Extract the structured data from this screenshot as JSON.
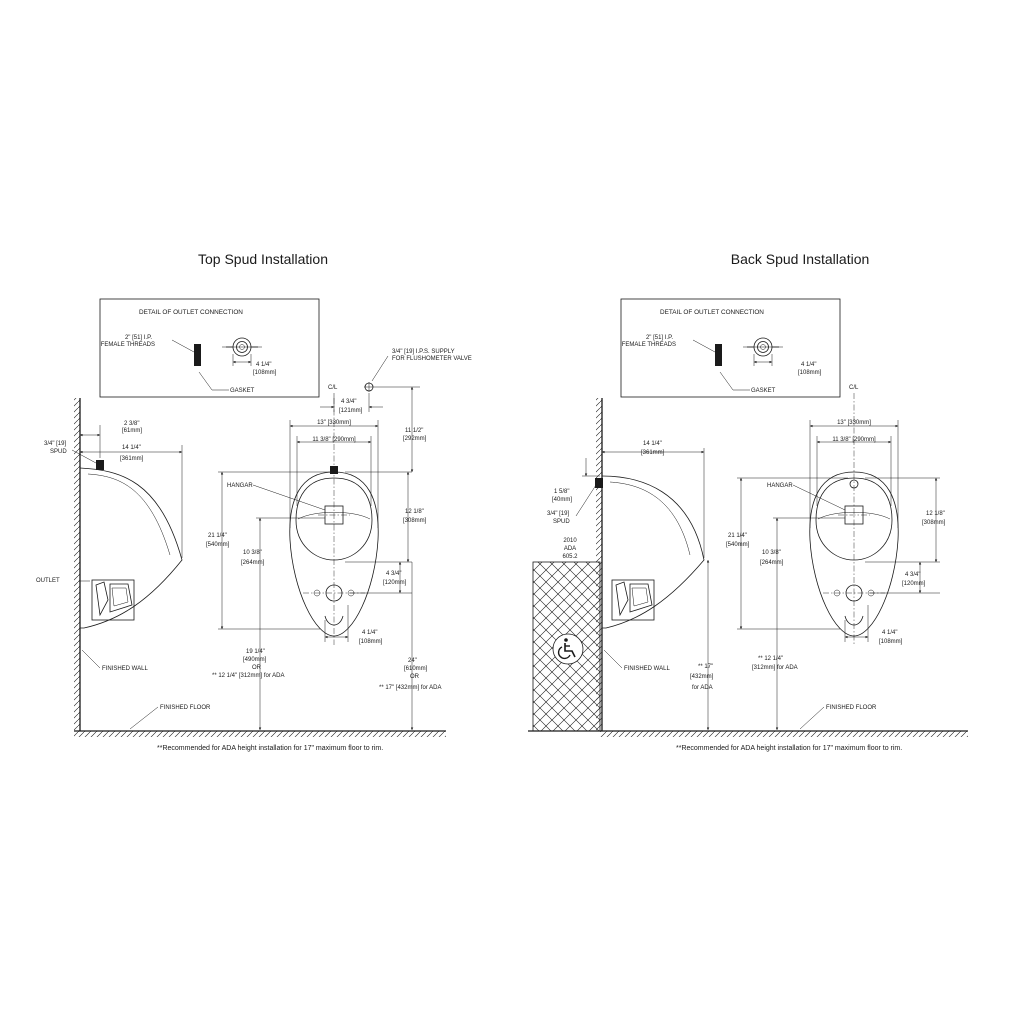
{
  "top_spud": {
    "title": "Top Spud Installation",
    "detail": {
      "title": "DETAIL OF OUTLET CONNECTION",
      "threads_1": "2\" [51] I.P.",
      "threads_2": "FEMALE THREADS",
      "dim_1": "4 1/4\"",
      "dim_2": "[108mm]",
      "gasket": "GASKET"
    },
    "supply_1": "3/4\" [19] I.P.S. SUPPLY",
    "supply_2": "FOR FLUSHOMETER VALVE",
    "cl": "C/L",
    "d_4_3_4_a": "4 3/4\"",
    "d_4_3_4_b": "[121mm]",
    "d_11_1_2_a": "11 1/2\"",
    "d_11_1_2_b": "[292mm]",
    "d_2_3_8_a": "2 3/8\"",
    "d_2_3_8_b": "[61mm]",
    "d_14_1_4_a": "14 1/4\"",
    "d_14_1_4_b": "[361mm]",
    "spud_1": "3/4\" [19]",
    "spud_2": "SPUD",
    "d_13_a": "13\" [330mm]",
    "d_11_3_8_a": "11 3/8\" [290mm]",
    "hangar": "HANGAR",
    "d_21_1_4_a": "21 1/4\"",
    "d_21_1_4_b": "[540mm]",
    "d_10_3_8_a": "10 3/8\"",
    "d_10_3_8_b": "[264mm]",
    "d_12_1_8_a": "12 1/8\"",
    "d_12_1_8_b": "[308mm]",
    "d_4_3_4_c": "4 3/4\"",
    "d_4_3_4_d": "[120mm]",
    "d_4_1_4_a": "4 1/4\"",
    "d_4_1_4_b": "[108mm]",
    "outlet": "OUTLET",
    "d_19_1_4_a": "19 1/4\"",
    "d_19_1_4_b": "[490mm]",
    "or_1": "OR",
    "d_19_1_4_c": "** 12 1/4\" [312mm] for ADA",
    "d_24_a": "24\"",
    "d_24_b": "[610mm]",
    "or_2": "OR",
    "d_24_c": "** 17\" [432mm] for ADA",
    "finished_wall": "FINISHED WALL",
    "finished_floor": "FINISHED FLOOR",
    "note": "**Recommended for ADA height installation for 17\" maximum floor to rim."
  },
  "back_spud": {
    "title": "Back Spud Installation",
    "detail": {
      "title": "DETAIL OF OUTLET CONNECTION",
      "threads_1": "2\" [51] I.P.",
      "threads_2": "FEMALE THREADS",
      "dim_1": "4 1/4\"",
      "dim_2": "[108mm]",
      "gasket": "GASKET"
    },
    "cl": "C/L",
    "d_14_1_4_a": "14 1/4\"",
    "d_14_1_4_b": "[361mm]",
    "d_1_5_8_a": "1 5/8\"",
    "d_1_5_8_b": "[40mm]",
    "spud_1": "3/4\" [19]",
    "spud_2": "SPUD",
    "ada_1": "2010",
    "ada_2": "ADA",
    "ada_3": "605.2",
    "d_13_a": "13\" [330mm]",
    "d_11_3_8_a": "11 3/8\" [290mm]",
    "hangar": "HANGAR",
    "d_21_1_4_a": "21 1/4\"",
    "d_21_1_4_b": "[540mm]",
    "d_10_3_8_a": "10 3/8\"",
    "d_10_3_8_b": "[264mm]",
    "d_12_1_8_a": "12 1/8\"",
    "d_12_1_8_b": "[308mm]",
    "d_4_3_4_c": "4 3/4\"",
    "d_4_3_4_d": "[120mm]",
    "d_4_1_4_a": "4 1/4\"",
    "d_4_1_4_b": "[108mm]",
    "d_17_a": "** 17\"",
    "d_17_b": "[432mm]",
    "d_17_c": "for ADA",
    "d_12_1_4_a": "** 12 1/4\"",
    "d_12_1_4_b": "[312mm] for ADA",
    "finished_wall": "FINISHED WALL",
    "finished_floor": "FINISHED FLOOR",
    "note": "**Recommended for ADA height installation for 17\" maximum floor to rim."
  },
  "icons": {
    "wheelchair": "wheelchair-icon"
  }
}
